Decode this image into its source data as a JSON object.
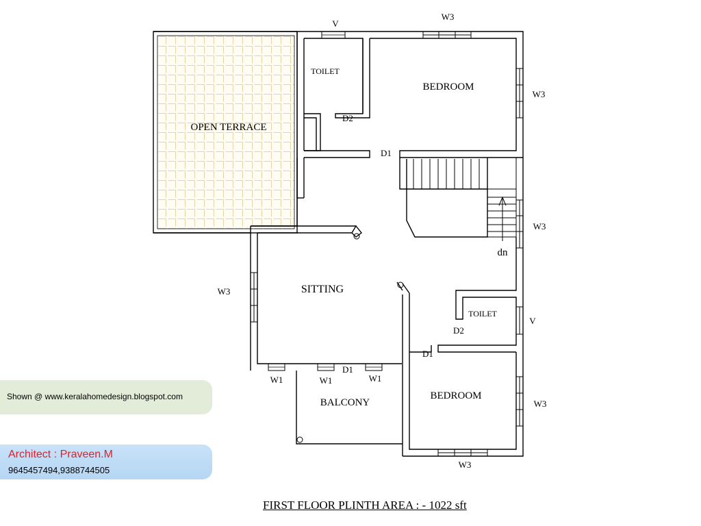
{
  "rooms": {
    "open_terrace": "OPEN  TERRACE",
    "toilet_top": "TOILET",
    "bedroom_top": "BEDROOM",
    "sitting": "SITTING",
    "toilet_bottom": "TOILET",
    "bedroom_bottom": "BEDROOM",
    "balcony": "BALCONY"
  },
  "openings": {
    "v_top": "V",
    "w3_top": "W3",
    "w3_right_1": "W3",
    "d2_top": "D2",
    "d1_top": "D1",
    "w3_right_2": "W3",
    "dn": "dn",
    "w3_left": "W3",
    "v_right": "V",
    "d2_bottom": "D2",
    "d1_bottom": "D1",
    "w1_a": "W1",
    "w1_b": "W1",
    "d1_balcony": "D1",
    "w1_c": "W1",
    "w3_right_3": "W3",
    "w3_bottom": "W3"
  },
  "credits": {
    "shown": "Shown @  www.keralahomedesign.blogspot.com",
    "architect": "Architect : Praveen.M",
    "phone": "9645457494,9388744505"
  },
  "footer": {
    "title": "FIRST FLOOR PLINTH AREA  : -  1022 sft"
  },
  "colors": {
    "terrace_tile": "#e6d3a6",
    "terrace_fill": "#fffdf3",
    "shown_badge": "#e3ebd9",
    "architect_badge": "#bcdaf6",
    "architect_text": "#e0202a"
  }
}
